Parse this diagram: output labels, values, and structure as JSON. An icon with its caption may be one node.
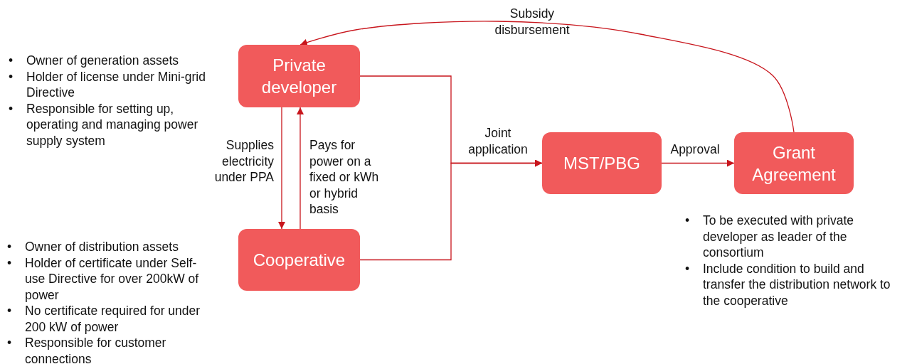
{
  "diagram": {
    "nodes": [
      {
        "text": [
          "Private developer"
        ],
        "beside": [
          "•\tOwner of generation assets",
          "•\tHolder of license under Mini-grid Directive",
          "•\tResponsible for setting up, operating and managing power supply system"
        ]
      },
      {
        "text": [
          "Cooperative"
        ],
        "beside": [
          "•\tOwner of distribution assets",
          "•\tHolder of certificate under Self-use Directive for over 200kW of power",
          "•\tNo certificate required for under 200 kW of power",
          "•\tResponsible for customer connections"
        ]
      },
      {
        "text": [
          "MST/PBG"
        ]
      },
      {
        "text": [
          "Grant Agreement"
        ],
        "beside": [
          "•\tTo be executed with private developer as leader of the consortium",
          "•\tInclude condition to build and transfer the distribution network to the cooperative"
        ]
      }
    ],
    "edges": [
      {
        "from": 0,
        "to": 1,
        "arrow": "to",
        "label": "Supplies electricity under PPA"
      },
      {
        "from": 1,
        "to": 0,
        "arrow": "to",
        "label": "Pays for power on a fixed or kWh or hybrid basis"
      },
      {
        "from": 0,
        "to": 2,
        "arrow": "to",
        "label": "Joint application"
      },
      {
        "from": 1,
        "to": 2,
        "arrow": "to"
      },
      {
        "from": 2,
        "to": 3,
        "arrow": "to",
        "label": "Approval"
      },
      {
        "from": 3,
        "to": 0,
        "arrow": "to",
        "label": "Subsidy disbursement"
      }
    ]
  }
}
